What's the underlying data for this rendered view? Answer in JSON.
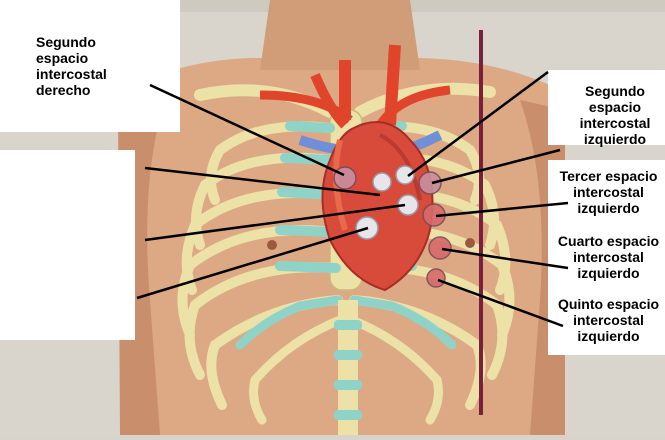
{
  "labels": {
    "left": "Segundo\nespacio\nintercostal\nderecho",
    "right_1": "Segundo\nespacio\nintercostal\nizquierdo",
    "right_2": "Tercer espacio\nintercostal\nizquierdo",
    "right_3": "Cuarto espacio\nintercostal\nizquierdo",
    "right_4": "Quinto espacio\nintercostal\nizquierdo"
  },
  "colors": {
    "skin": "#dba983",
    "rib": "#e8dc9c",
    "cartilage": "#8fd3c8",
    "artery": "#e0452c",
    "vein": "#6f8fd6",
    "midline": "#7a1f3c",
    "auscultation_point": "#c98fa0"
  }
}
